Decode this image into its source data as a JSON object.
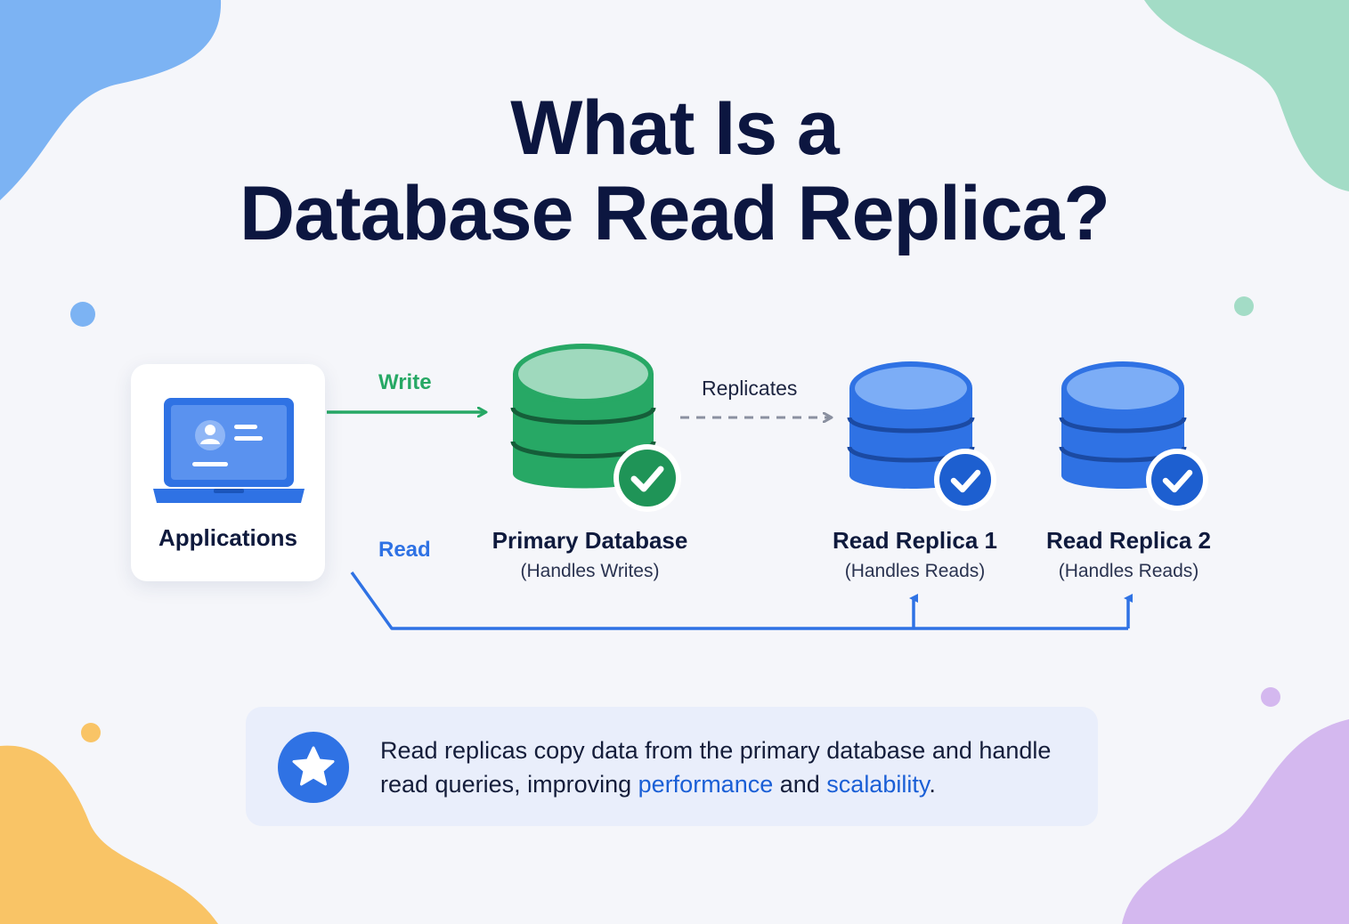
{
  "title": {
    "line1": "What Is a",
    "line2": "Database Read Replica?"
  },
  "nodes": {
    "applications": {
      "label": "Applications",
      "icon": "laptop-icon"
    },
    "primary": {
      "label": "Primary Database",
      "sub": "(Handles Writes)",
      "icon": "database-icon"
    },
    "replica1": {
      "label": "Read Replica 1",
      "sub": "(Handles Reads)",
      "icon": "database-icon"
    },
    "replica2": {
      "label": "Read Replica 2",
      "sub": "(Handles Reads)",
      "icon": "database-icon"
    }
  },
  "edges": {
    "write": "Write",
    "replicates": "Replicates",
    "read": "Read"
  },
  "note": {
    "text_before": "Read replicas copy data from the primary database and handle read queries, improving ",
    "highlight1": "performance",
    "text_mid": " and ",
    "highlight2": "scalability",
    "text_after": ".",
    "icon": "star-icon"
  },
  "colors": {
    "primary_green": "#27a865",
    "replica_blue": "#2f72e4",
    "write_arrow": "#27a865",
    "read_arrow": "#2f72e4",
    "replicate_arrow": "#8a90a0",
    "title": "#0c1640"
  }
}
